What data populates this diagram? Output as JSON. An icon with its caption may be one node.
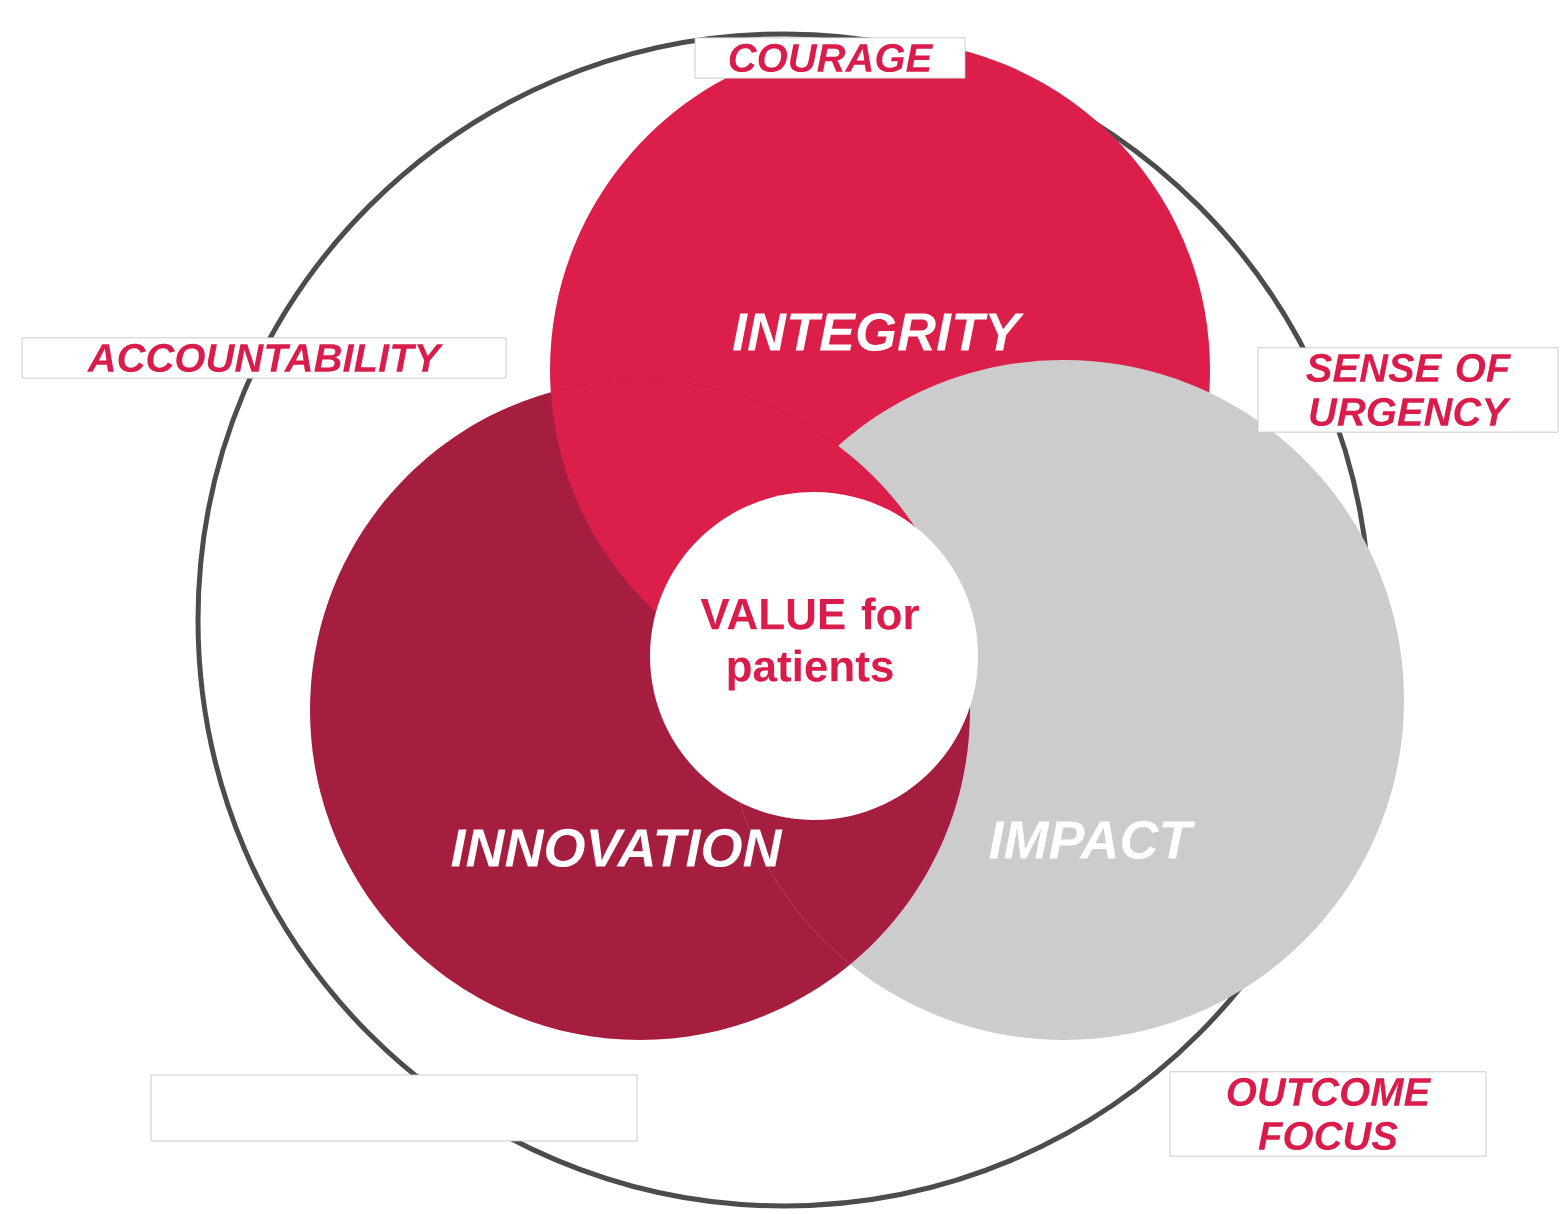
{
  "diagram": {
    "nodes": [
      {
        "text": [
          "COURAGE"
        ]
      },
      {
        "text": [
          "ACCOUNTABILITY"
        ]
      },
      {
        "text": [
          "INTEGRITY"
        ]
      },
      {
        "text": [
          "SENSE OF URGENCY"
        ]
      },
      {
        "text": [
          "VALUE for patients"
        ]
      },
      {
        "text": [
          "INNOVATION"
        ]
      },
      {
        "text": [
          "IMPACT"
        ]
      },
      {
        "text": [],
        "shape": "box"
      },
      {
        "text": [
          "OUTCOME FOCUS"
        ]
      }
    ]
  }
}
